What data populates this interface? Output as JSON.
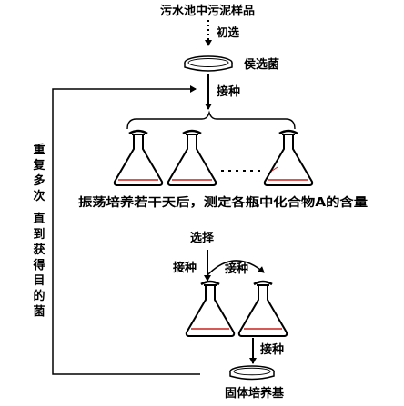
{
  "source_label": "污水池中污泥样品",
  "step1_label": "初选",
  "candidate_label": "侯选菌",
  "inoculate_label": "接种",
  "measure_caption": "振荡培养若干天后，测定各瓶中化合物A的含量",
  "select_label": "选择",
  "inoculate_left_label": "接种",
  "inoculate_arc_label": "接种",
  "inoculate_bottom_label": "接种",
  "final_label": "固体培养基",
  "side_line1": [
    "重",
    "复",
    "多",
    "次"
  ],
  "side_line2": [
    "直",
    "到",
    "获",
    "得",
    "目",
    "的",
    "菌"
  ],
  "colors": {
    "ink": "#000000",
    "liquid": "#c8221e"
  }
}
